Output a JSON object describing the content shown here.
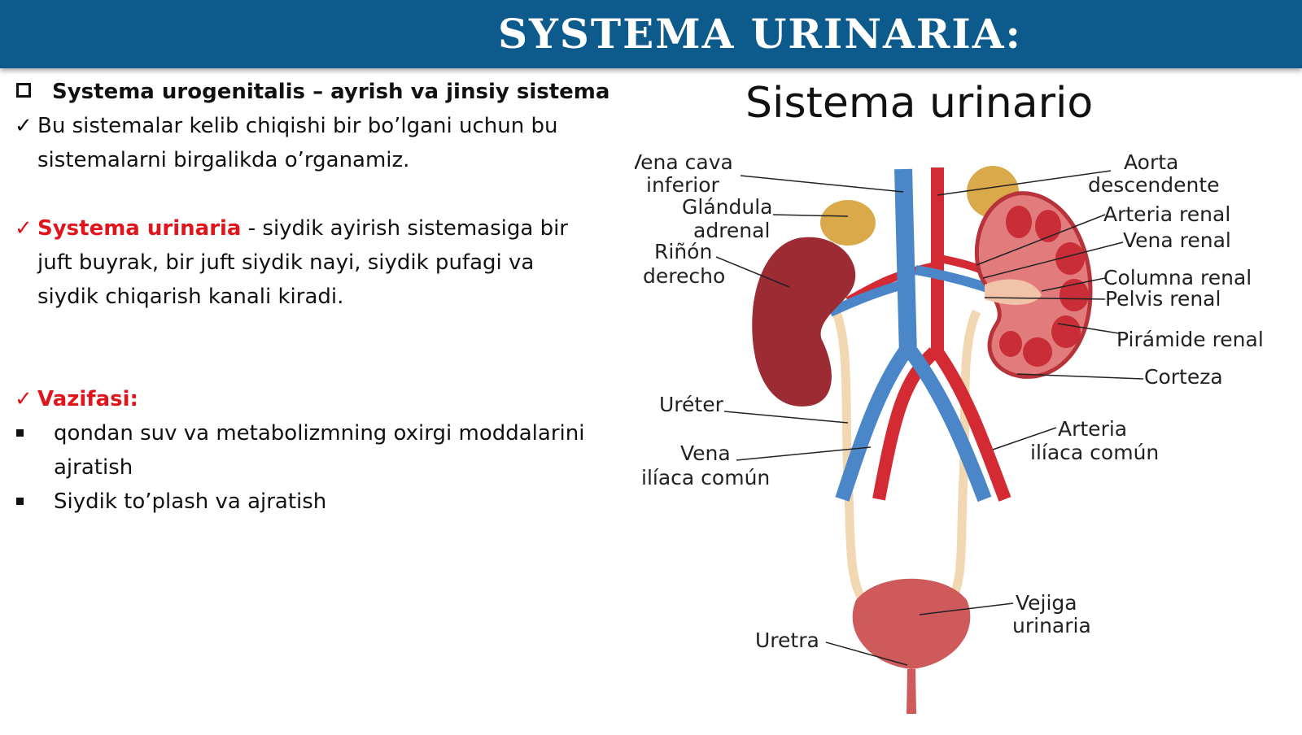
{
  "header": {
    "title": "SYSTEMA URINARIA:"
  },
  "text": {
    "heading": "Systema urogenitalis – ayrish va jinsiy sistema",
    "p1_line1": "Bu sistemalar kelib chiqishi bir bo’lgani uchun bu",
    "p1_line2": "sistemalarni birgalikda o’rganamiz.",
    "p2_term": "Systema urinaria",
    "p2_line1_rest": " - siydik ayirish sistemasiga bir",
    "p2_line2": "juft buyrak, bir juft siydik nayi, siydik pufagi va",
    "p2_line3": "siydik chiqarish kanali kiradi.",
    "functions_title": "Vazifasi:",
    "bullet1_line1": "qondan suv va metabolizmning oxirgi moddalarini",
    "bullet1_line2": "ajratish",
    "bullet2": "Siydik to’plash va ajratish"
  },
  "diagram": {
    "title": "Sistema urinario",
    "labels": {
      "vena_cava_1": "Vena cava",
      "vena_cava_2": "inferior",
      "glandula_1": "Glándula",
      "glandula_2": "adrenal",
      "rinon_1": "Riñón",
      "rinon_2": "derecho",
      "ureter": "Uréter",
      "vena_iliaca_1": "Vena",
      "vena_iliaca_2": "ilíaca común",
      "uretra": "Uretra",
      "aorta_1": "Aorta",
      "aorta_2": "descendente",
      "arteria_renal": "Arteria renal",
      "vena_renal": "Vena renal",
      "columna_renal": "Columna renal",
      "pelvis_renal": "Pelvis renal",
      "piramide_renal": "Pirámide renal",
      "corteza": "Corteza",
      "arteria_iliaca_1": "Arteria",
      "arteria_iliaca_2": "ilíaca común",
      "vejiga_1": "Vejiga",
      "vejiga_2": "urinaria"
    },
    "colors": {
      "vein": "#4a86c8",
      "artery": "#d42a34",
      "kidney": "#9c2b33",
      "adrenal": "#d9a94a",
      "ureter": "#f1d8b2",
      "bladder": "#cf5a5c"
    }
  }
}
